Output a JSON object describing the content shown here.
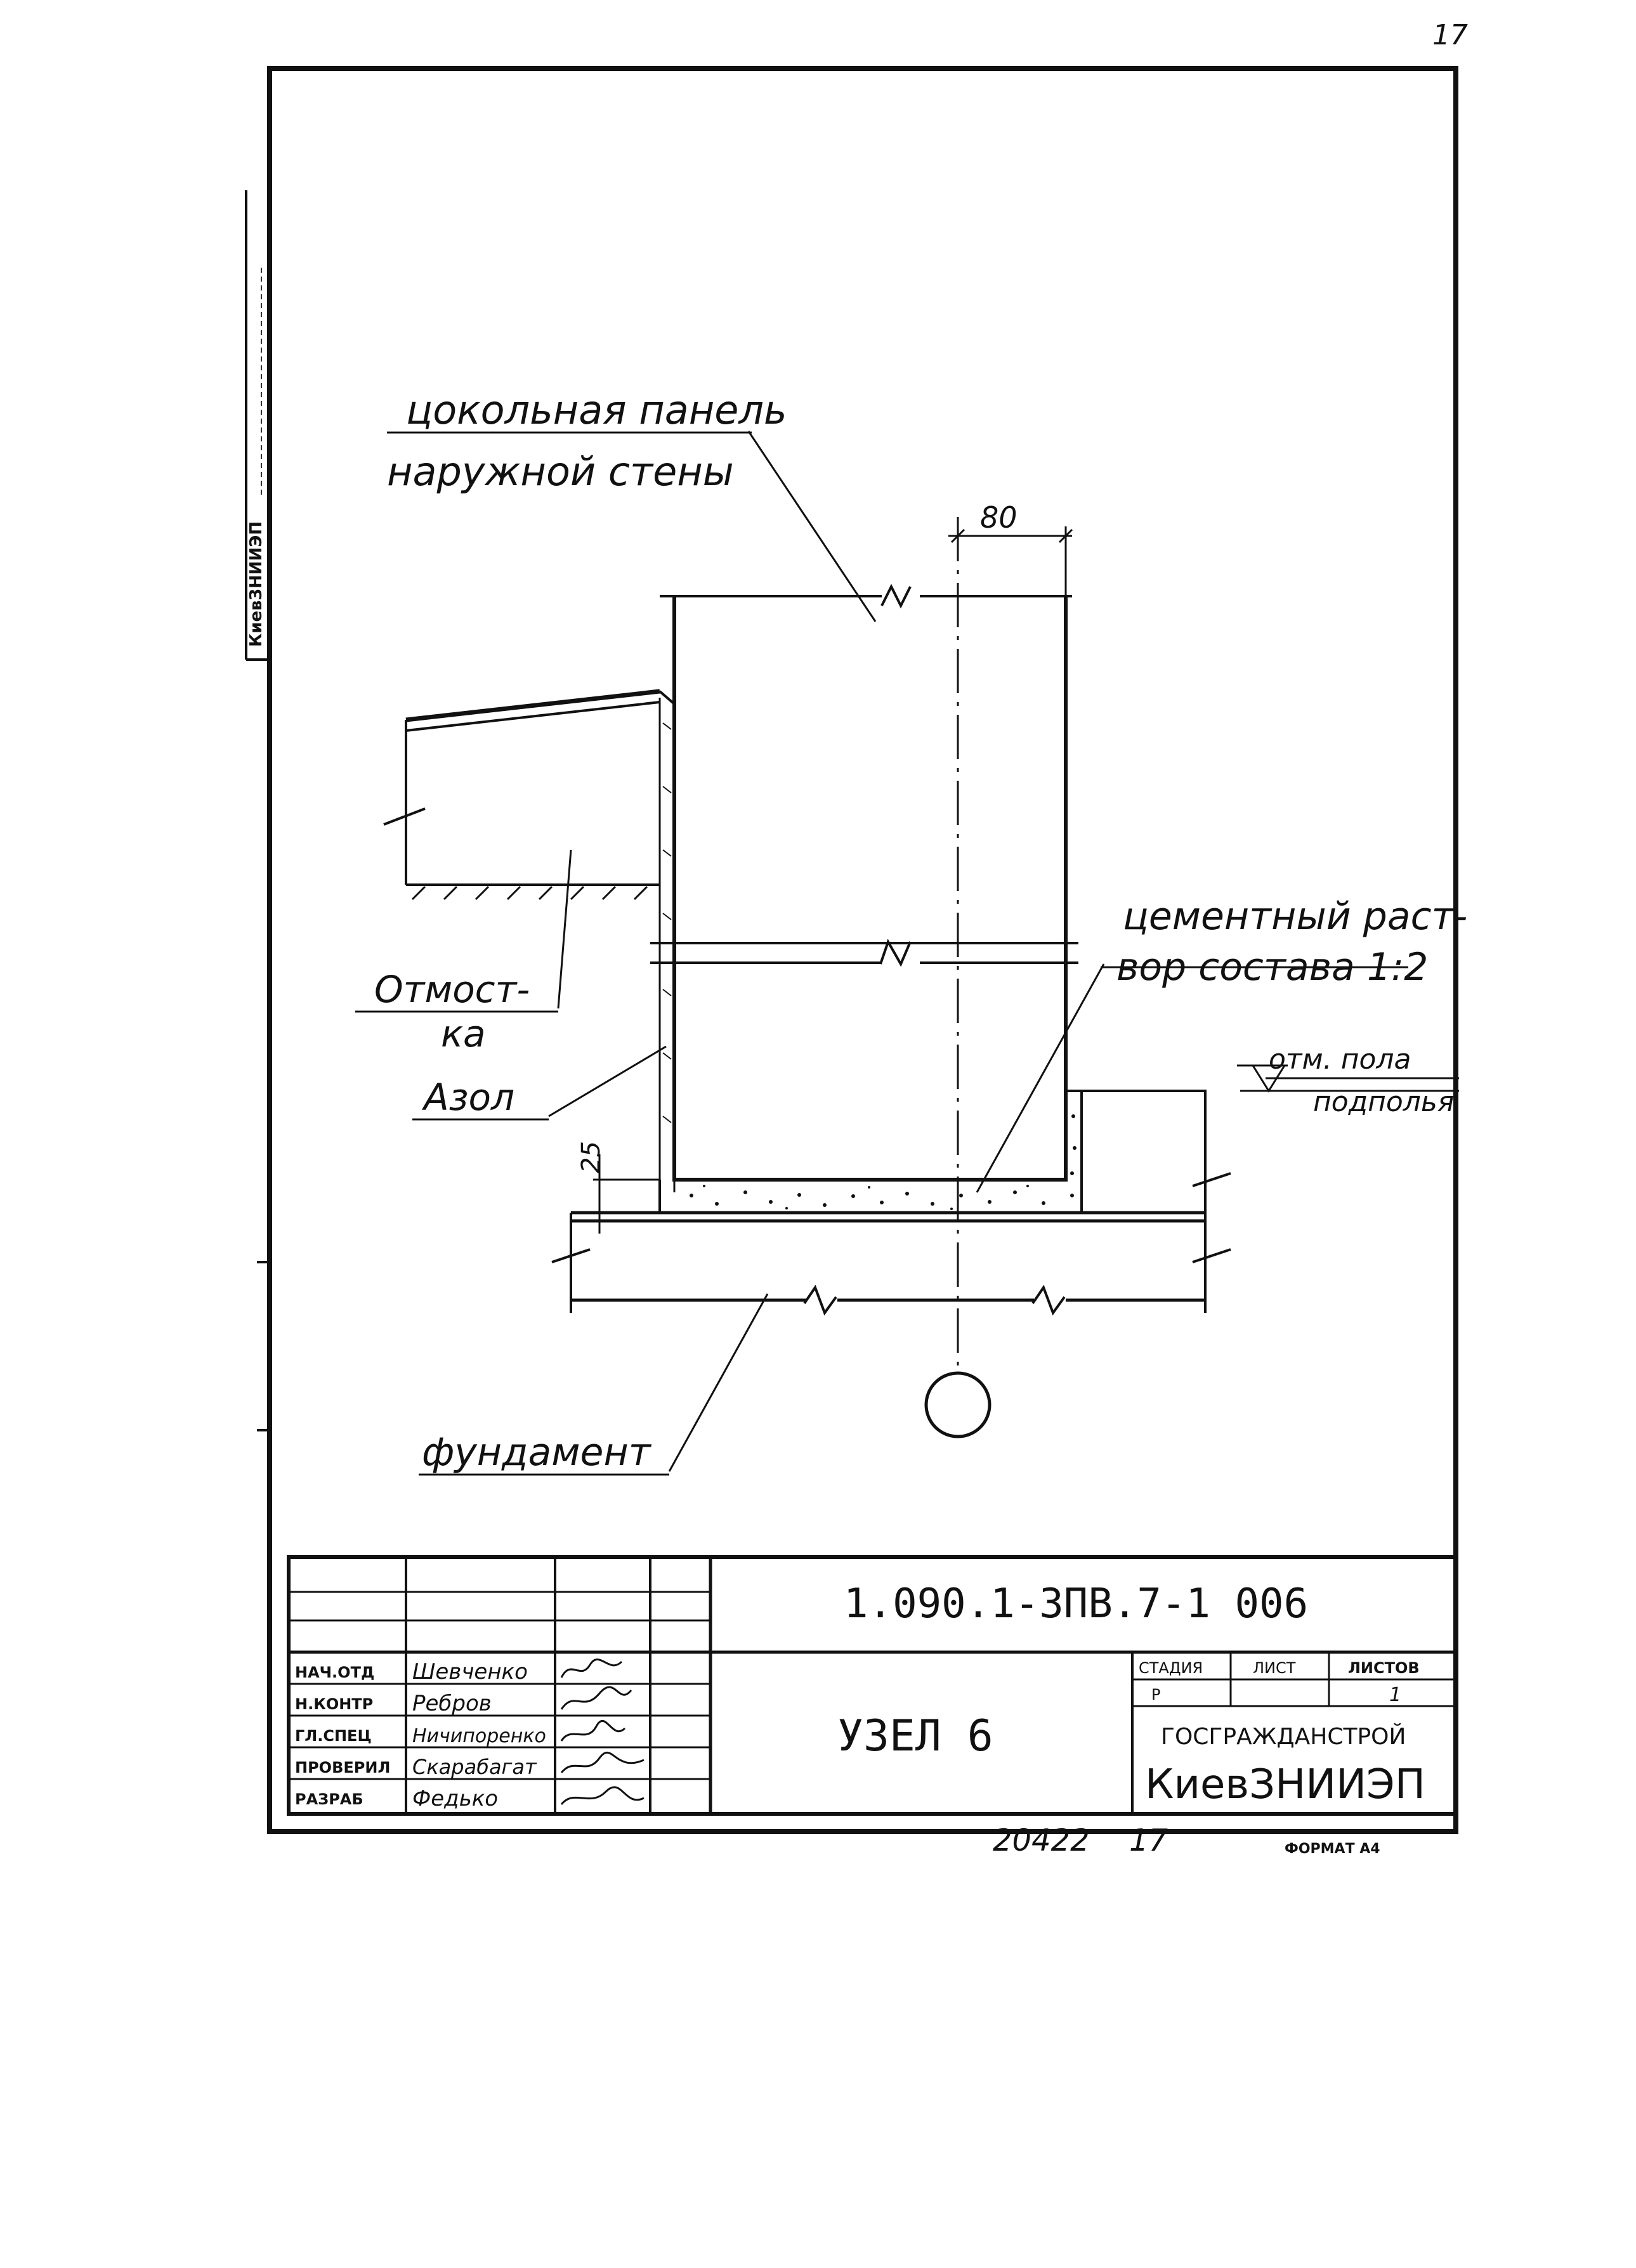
{
  "page_number": "17",
  "side_stamp": "КиевЗНИИЭП",
  "labels": {
    "panel_line1": "цокольная панель",
    "panel_line2": "наружной стены",
    "mortar_line1": "цементный раст-",
    "mortar_line2": "вор состава 1:2",
    "apron_line1": "Отмост-",
    "apron_line2": "ка",
    "insulation": "Азол",
    "floor_line1": "отм. пола",
    "floor_line2": "подполья",
    "foundation": "фундамент"
  },
  "dimensions": {
    "panel_width": "80",
    "mortar_thickness": "25"
  },
  "title_block": {
    "designation": "1.090.1-3ПВ.7-1 006",
    "sheet_title": "УЗЕЛ 6",
    "stage_header": "СТАДИЯ",
    "sheet_header": "ЛИСТ",
    "sheets_header": "ЛИСТОВ",
    "stage": "Р",
    "sheets": "1",
    "org_line1": "ГОСГРАЖДАНСТРОЙ",
    "org_line2": "КиевЗНИИЭП",
    "roles": [
      "НАЧ.ОТД",
      "Н.КОНТР",
      "ГЛ.СПЕЦ",
      "ПРОВЕРИЛ",
      "РАЗРАБ"
    ],
    "names": [
      "Шевченко",
      "Ребров",
      "Ничипоренко",
      "Скарабагат",
      "Федько"
    ]
  },
  "footer": {
    "inventory": "20422",
    "sheet_no": "17",
    "format": "ФОРМАТ А4"
  }
}
